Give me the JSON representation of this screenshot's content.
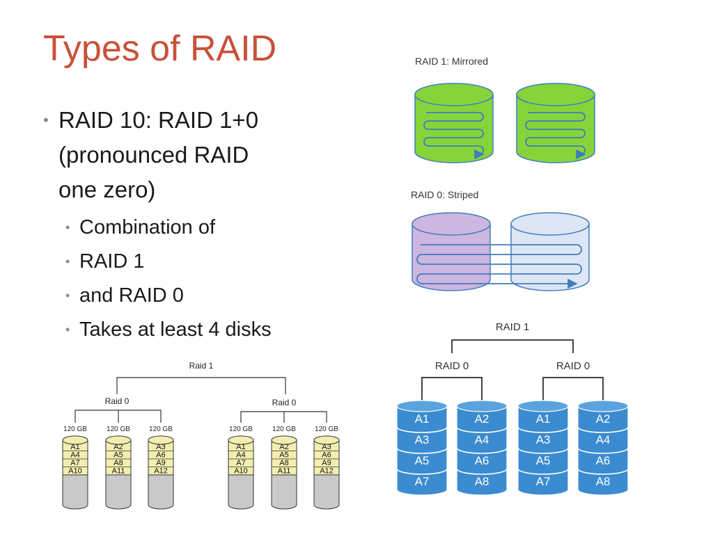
{
  "slide": {
    "title": "Types of RAID",
    "bullets": [
      {
        "text": "RAID 10: RAID 1+0 (pronounced RAID one zero)",
        "lines": [
          "RAID 10: RAID 1+0",
          "(pronounced RAID",
          "one zero)"
        ],
        "sub": [
          "Combination of",
          "RAID 1",
          "and RAID 0",
          "Takes at least 4 disks"
        ]
      }
    ]
  },
  "diagram_mirrored": {
    "title": "RAID 1: Mirrored",
    "color_fill": "#86d43a",
    "color_stroke": "#3f7cc0"
  },
  "diagram_striped": {
    "title": "RAID 0: Striped",
    "color_left": "#cdb6df",
    "color_right": "#dde6f4"
  },
  "diagram_raid10_blue": {
    "top_label": "RAID 1",
    "group_labels": [
      "RAID 0",
      "RAID 0"
    ],
    "disk_color": "#3b8bd0",
    "disks": [
      [
        "A1",
        "A3",
        "A5",
        "A7"
      ],
      [
        "A2",
        "A4",
        "A6",
        "A8"
      ],
      [
        "A1",
        "A3",
        "A5",
        "A7"
      ],
      [
        "A2",
        "A4",
        "A6",
        "A8"
      ]
    ]
  },
  "diagram_raid10_capacity": {
    "top_label": "Raid 1",
    "group_labels": [
      "Raid 0",
      "Raid 0"
    ],
    "disk_color": "#f3eeb0",
    "disks": [
      {
        "capacity": "120 GB",
        "blocks": [
          "A1",
          "A4",
          "A7",
          "A10"
        ]
      },
      {
        "capacity": "120 GB",
        "blocks": [
          "A2",
          "A5",
          "A8",
          "A11"
        ]
      },
      {
        "capacity": "120 GB",
        "blocks": [
          "A3",
          "A6",
          "A9",
          "A12"
        ]
      },
      {
        "capacity": "120 GB",
        "blocks": [
          "A1",
          "A4",
          "A7",
          "A10"
        ]
      },
      {
        "capacity": "120 GB",
        "blocks": [
          "A2",
          "A5",
          "A8",
          "A11"
        ]
      },
      {
        "capacity": "120 GB",
        "blocks": [
          "A3",
          "A6",
          "A9",
          "A12"
        ]
      }
    ]
  }
}
